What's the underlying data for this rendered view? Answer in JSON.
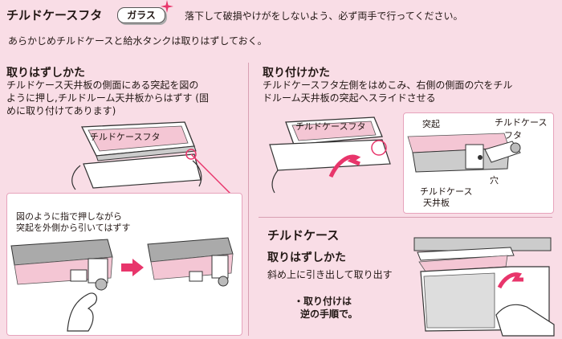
{
  "header": {
    "title": "チルドケースフタ",
    "badge": "ガラス",
    "warning": "落下して破損やけがをしないよう、必ず両手で行ってください。",
    "note": "あらかじめチルドケースと給水タンクは取りはずしておく。"
  },
  "left": {
    "title": "取りはずしかた",
    "desc_line1": "チルドケース天井板の側面にある突起を図の",
    "desc_line2": "ように押し,チルドルーム天井板からはずす (固",
    "desc_line3": "めに取り付けてあります)",
    "illus_label": "チルドケースフタ",
    "panel_line1": "図のように指で押しながら",
    "panel_line2": "突起を外側から引いてはずす"
  },
  "right": {
    "title": "取り付けかた",
    "desc_line1": "チルドケースフタ左側をはめこみ、右側の側面の穴をチル",
    "desc_line2": "ドルーム天井板の突起へスライドさせる",
    "illus_label": "チルドケースフタ",
    "labels": {
      "protrusion": "突起",
      "cover_line1": "チルドケース",
      "cover_line2": "フタ",
      "hole": "穴",
      "ceiling_line1": "チルドケース",
      "ceiling_line2": "天井板"
    }
  },
  "case": {
    "title": "チルドケース",
    "subtitle": "取りはずしかた",
    "desc": "斜め上に引き出して取り出す",
    "note_line1": "・取り付けは",
    "note_line2": "逆の手順で。"
  },
  "colors": {
    "background": "#f9dde6",
    "accent": "#e8356b",
    "panel_border": "#e7a3bc"
  }
}
